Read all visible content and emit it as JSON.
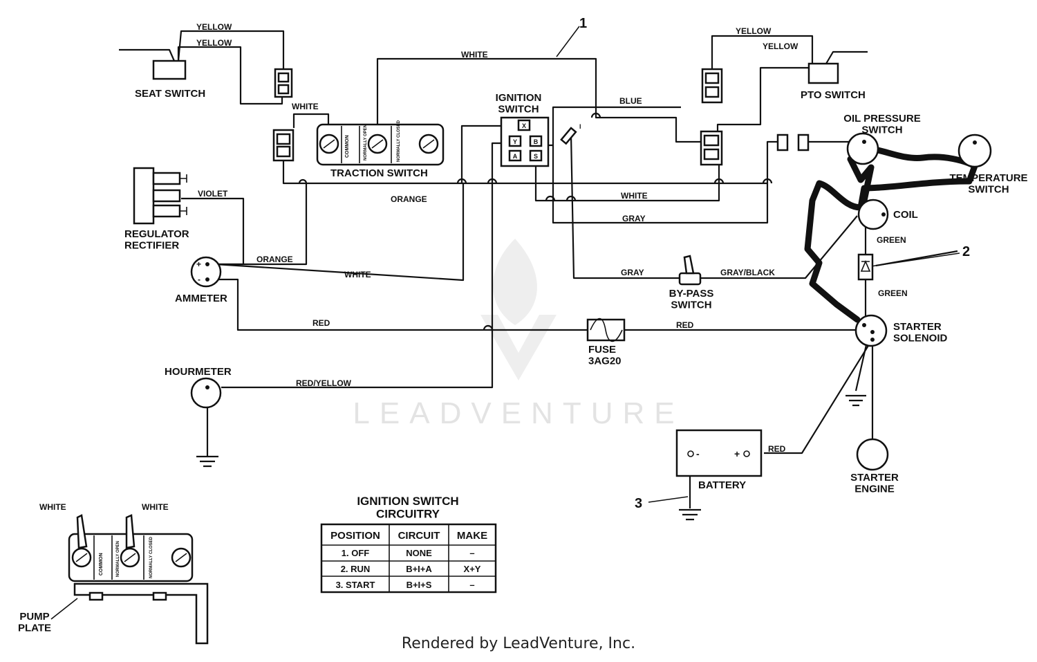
{
  "components": {
    "seat_switch": "SEAT SWITCH",
    "pto_switch": "PTO SWITCH",
    "traction_switch": "TRACTION SWITCH",
    "ignition_switch": "IGNITION\nSWITCH",
    "oil_pressure_switch": "OIL PRESSURE\nSWITCH",
    "temperature_switch": "TEMPERATURE\nSWITCH",
    "regulator_rectifier": "REGULATOR\nRECTIFIER",
    "ammeter": "AMMETER",
    "coil": "COIL",
    "bypass_switch": "BY-PASS\nSWITCH",
    "starter_solenoid": "STARTER\nSOLENOID",
    "fuse": "FUSE\n3AG20",
    "hourmeter": "HOURMETER",
    "battery": "BATTERY",
    "starter_engine": "STARTER\nENGINE",
    "pump_plate": "PUMP\nPLATE"
  },
  "switch_terms": {
    "common": "COMMON",
    "normally_open": "NORMALLY OPEN",
    "normally_closed": "NORMALLY CLOSED"
  },
  "ignition_terms": {
    "x": "X",
    "y": "Y",
    "b": "B",
    "a": "A",
    "s": "S",
    "i": "I"
  },
  "wires": {
    "yellow": "YELLOW",
    "white": "WHITE",
    "blue": "BLUE",
    "orange": "ORANGE",
    "violet": "VIOLET",
    "gray": "GRAY",
    "gray_black": "GRAY/BLACK",
    "green": "GREEN",
    "red": "RED",
    "red_yellow": "RED/YELLOW"
  },
  "callouts": [
    "1",
    "2",
    "3"
  ],
  "polarity": {
    "plus": "+",
    "minus": "-"
  },
  "table": {
    "title": "IGNITION SWITCH\nCIRCUITRY",
    "headers": [
      "POSITION",
      "CIRCUIT",
      "MAKE"
    ],
    "rows": [
      [
        "1.  OFF",
        "NONE",
        "–"
      ],
      [
        "2.  RUN",
        "B+I+A",
        "X+Y"
      ],
      [
        "3.  START",
        "B+I+S",
        "–"
      ]
    ]
  },
  "watermark": "LEADVENTURE",
  "footer": "Rendered by LeadVenture, Inc."
}
